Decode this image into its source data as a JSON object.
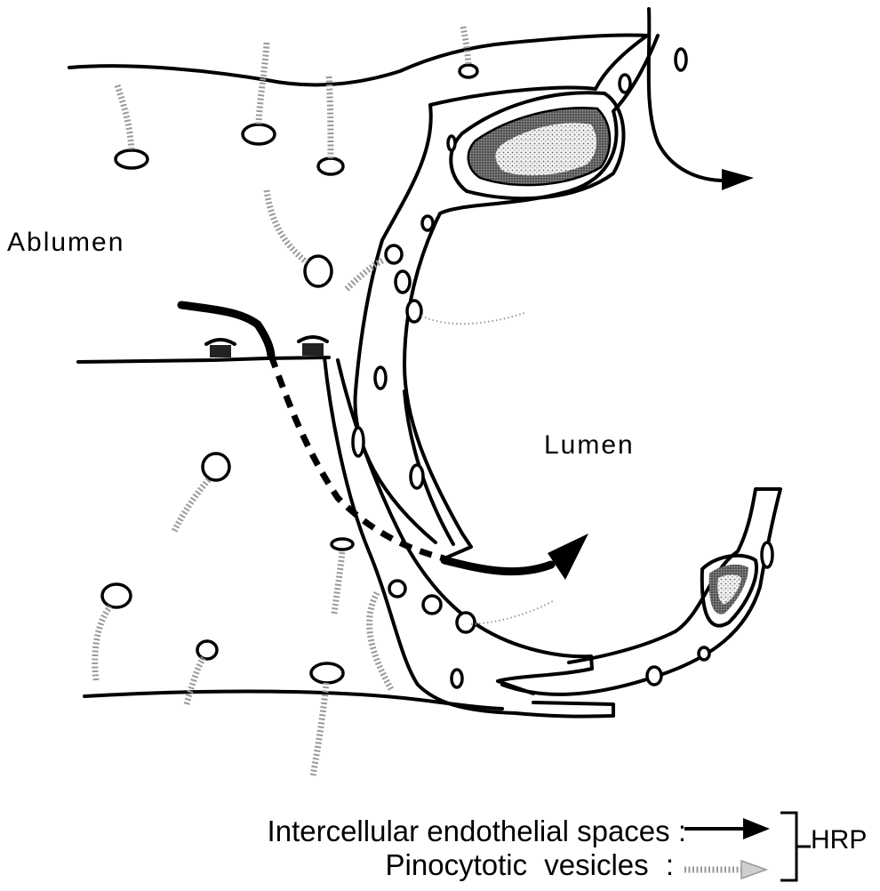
{
  "labels": {
    "ablumen": "Ablumen",
    "lumen": "Lumen"
  },
  "legend": {
    "intercellular": "Intercellular endothelial spaces :",
    "pinocytotic": "Pinocytotic  vesicles :",
    "group_label": "HRP"
  },
  "colors": {
    "outline": "#000000",
    "dotted_arrow": "#9a9a9a",
    "nucleus_fill": "#6e6e6e"
  }
}
